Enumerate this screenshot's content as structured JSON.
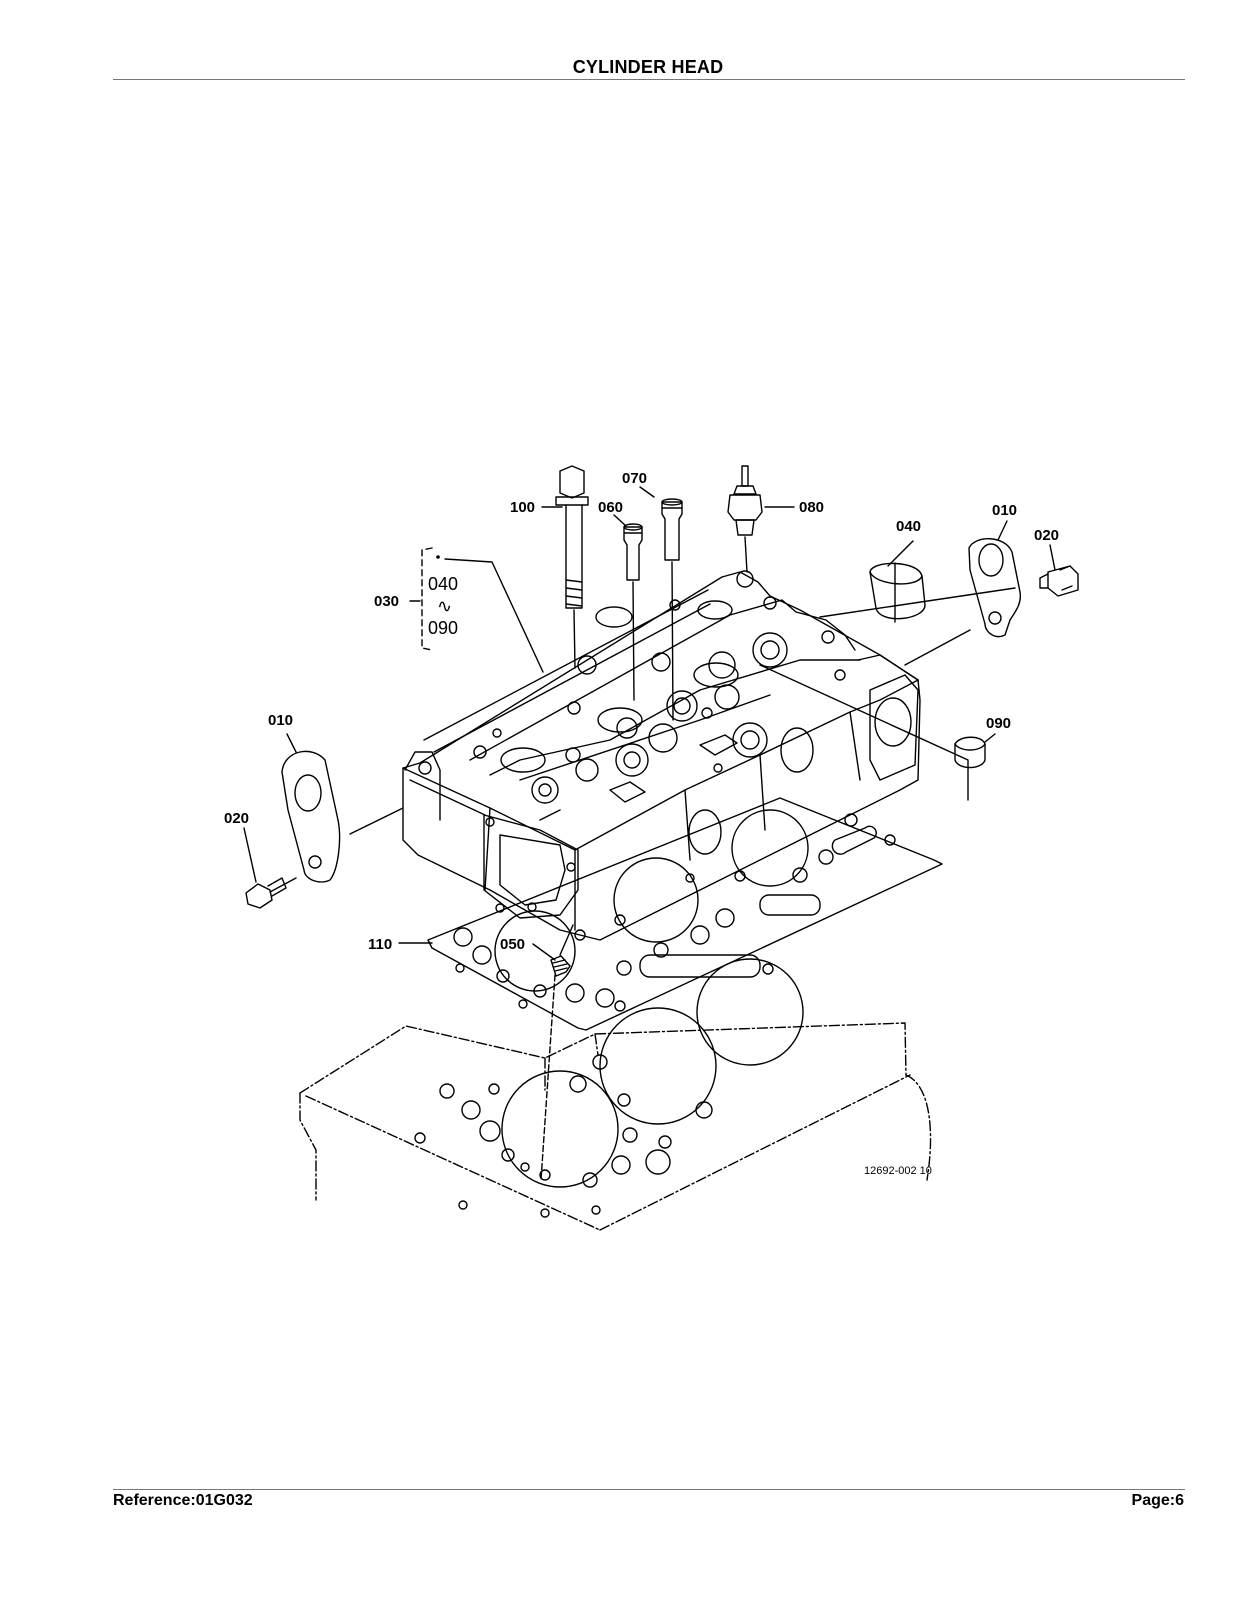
{
  "page": {
    "title": "CYLINDER HEAD",
    "reference": "Reference:01G032",
    "page_number": "Page:6"
  },
  "diagram": {
    "drawing_number": "12692-002 10",
    "range_top": "040",
    "range_sep": "∿",
    "range_bottom": "090",
    "callouts": {
      "c100": "100",
      "c070": "070",
      "c060": "060",
      "c080": "080",
      "c040": "040",
      "c010_right": "010",
      "c020_right": "020",
      "c030": "030",
      "c010_left": "010",
      "c090": "090",
      "c020_left": "020",
      "c110": "110",
      "c050": "050"
    }
  }
}
